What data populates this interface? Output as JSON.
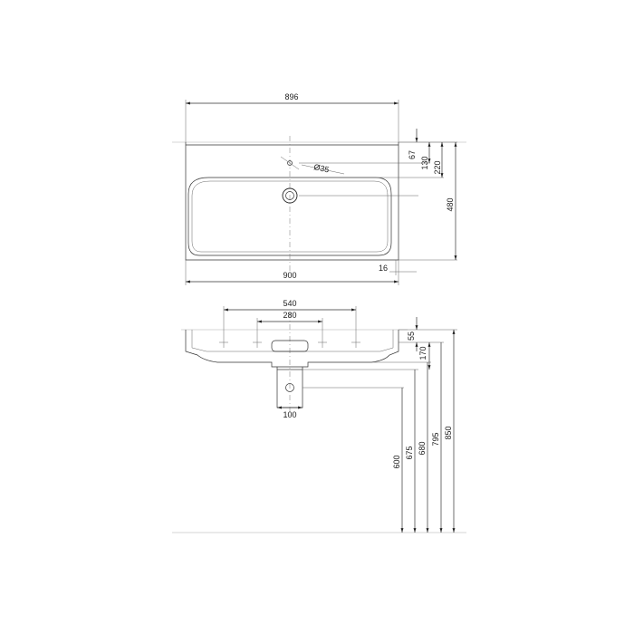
{
  "top_view": {
    "width_896": "896",
    "width_900": "900",
    "dim_67": "67",
    "dim_130": "130",
    "dim_220": "220",
    "dim_480": "480",
    "dim_16": "16",
    "hole_diameter": "Ø35"
  },
  "front_view": {
    "spacing_540": "540",
    "spacing_280": "280",
    "dim_55": "55",
    "dim_170": "170",
    "dim_100": "100",
    "height_600": "600",
    "height_675": "675",
    "height_680": "680",
    "height_795": "795",
    "height_850": "850"
  }
}
